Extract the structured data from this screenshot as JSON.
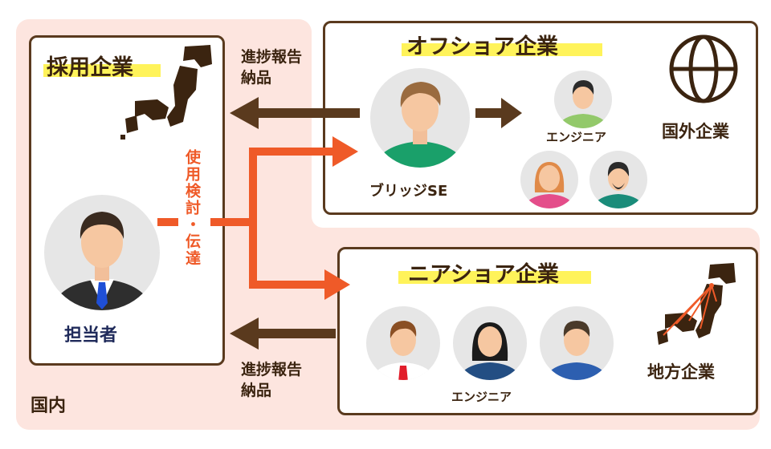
{
  "labels": {
    "domestic": "国内",
    "hiring_company": "採用企業",
    "person_in_charge": "担当者",
    "offshore_company": "オフショア企業",
    "bridge_se": "ブリッジSE",
    "engineer_offshore": "エンジニア",
    "foreign_company": "国外企業",
    "nearshore_company": "ニアショア企業",
    "engineer_nearshore": "エンジニア",
    "regional_company": "地方企業",
    "progress_top_1": "進捗報告",
    "progress_top_2": "納品",
    "progress_bottom_1": "進捗報告",
    "progress_bottom_2": "納品",
    "use_consider": "使用検討・伝達"
  },
  "colors": {
    "brown": "#5a3a1e",
    "orange": "#ef5a28",
    "pink_bg": "#fde5df",
    "highlight": "#fff35a"
  }
}
